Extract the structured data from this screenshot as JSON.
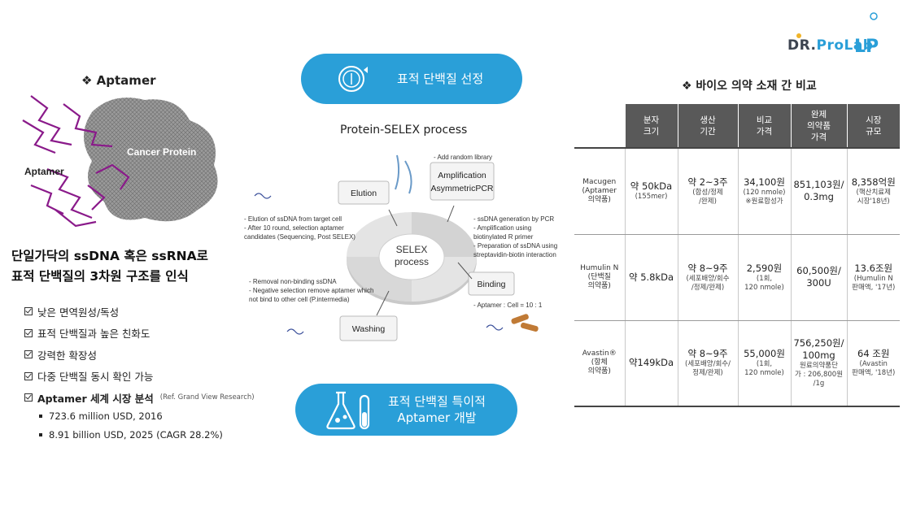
{
  "logo": {
    "dr": "DR.",
    "prolab": "ProLab",
    "mark": "LP"
  },
  "left": {
    "title": "❖  Aptamer",
    "image_labels": {
      "aptamer": "Aptamer",
      "protein": "Cancer Protein"
    },
    "main_line1": "단일가닥의 ssDNA 혹은 ssRNA로",
    "main_line2": "표적 단백질의 3차원 구조를 인식",
    "checks": [
      "낮은 면역원성/독성",
      "표적 단백질과 높은 친화도",
      "강력한 확장성",
      "다중 단백질 동시 확인 가능",
      "Aptamer 세계 시장 분석"
    ],
    "ref": "(Ref. Grand View Research)",
    "market": [
      "723.6 million USD, 2016",
      "8.91 billion USD, 2025 (CAGR 28.2%)"
    ]
  },
  "center": {
    "pill1": "표적 단백질 선정",
    "pill2_line1": "표적 단백질 특이적",
    "pill2_line2": "Aptamer 개발",
    "selex_title": "Protein-SELEX process",
    "diagram": {
      "center_line1": "SELEX",
      "center_line2": "process",
      "amplification_line1": "Amplification",
      "amplification_line2": "AsymmetricPCR",
      "elution": "Elution",
      "binding": "Binding",
      "washing": "Washing",
      "add_library": "- Add random library",
      "elution_notes": [
        "- Elution of ssDNA from target cell",
        "- After 10 round, selection aptamer",
        "  candidates (Sequencing, Post  SELEX)"
      ],
      "amp_notes": [
        "- ssDNA generation by PCR",
        "- Amplification using",
        "  biotinylated R primer",
        "- Preparation of ssDNA using",
        "  streptavidin-biotin interaction"
      ],
      "washing_notes": [
        "- Removal non-binding ssDNA",
        "- Negative selection remove aptamer which",
        "  not bind to other cell (P.intermedia)"
      ],
      "binding_note": "- Aptamer : Cell = 10 : 1"
    }
  },
  "right": {
    "title": "❖  바이오 의약 소재 간 비교",
    "headers": [
      [
        "분자",
        "크기"
      ],
      [
        "생산",
        "기간"
      ],
      [
        "비교",
        "가격"
      ],
      [
        "완제",
        "의약품",
        "가격"
      ],
      [
        "시장",
        "규모"
      ]
    ],
    "rows": [
      {
        "name": [
          "Macugen",
          "(Aptamer",
          "의약품)"
        ],
        "size": "약 50kDa",
        "size_sub": "(155mer)",
        "period": "약 2~3주",
        "period_sub": [
          "(합성/정제",
          "/완제)"
        ],
        "price": "34,100원",
        "price_sub": [
          "(120 nmole)",
          "※원료합성가"
        ],
        "final": [
          "851,103원/",
          "0.3mg"
        ],
        "final_sub": [],
        "market": "8,358억원",
        "market_sub": [
          "(핵산치료제",
          "시장'18년)"
        ]
      },
      {
        "name": [
          "Humulin N",
          "(단백질",
          "의약품)"
        ],
        "size": "약 5.8kDa",
        "size_sub": "",
        "period": "약 8~9주",
        "period_sub": [
          "(세포배양/회수",
          "/정제/완제)"
        ],
        "price": "2,590원",
        "price_sub": [
          "(1회,",
          "120 nmole)"
        ],
        "final": [
          "60,500원/",
          "300U"
        ],
        "final_sub": [],
        "market": "13.6조원",
        "market_sub": [
          "(Humulin N",
          "판매액, '17년)"
        ]
      },
      {
        "name": [
          "Avastin®",
          "(항체",
          "의약품)"
        ],
        "size": "약149kDa",
        "size_sub": "",
        "period": "약 8~9주",
        "period_sub": [
          "(세포배양/회수/",
          "정제/완제)"
        ],
        "price": "55,000원",
        "price_sub": [
          "(1회,",
          "120 nmole)"
        ],
        "final": [
          "756,250원/",
          "100mg"
        ],
        "final_sub": [
          "원료의약품단",
          "가 : 206,800원",
          "/1g"
        ],
        "market": "64 조원",
        "market_sub": [
          "(Avastin",
          "판매액, '18년)"
        ]
      }
    ]
  }
}
